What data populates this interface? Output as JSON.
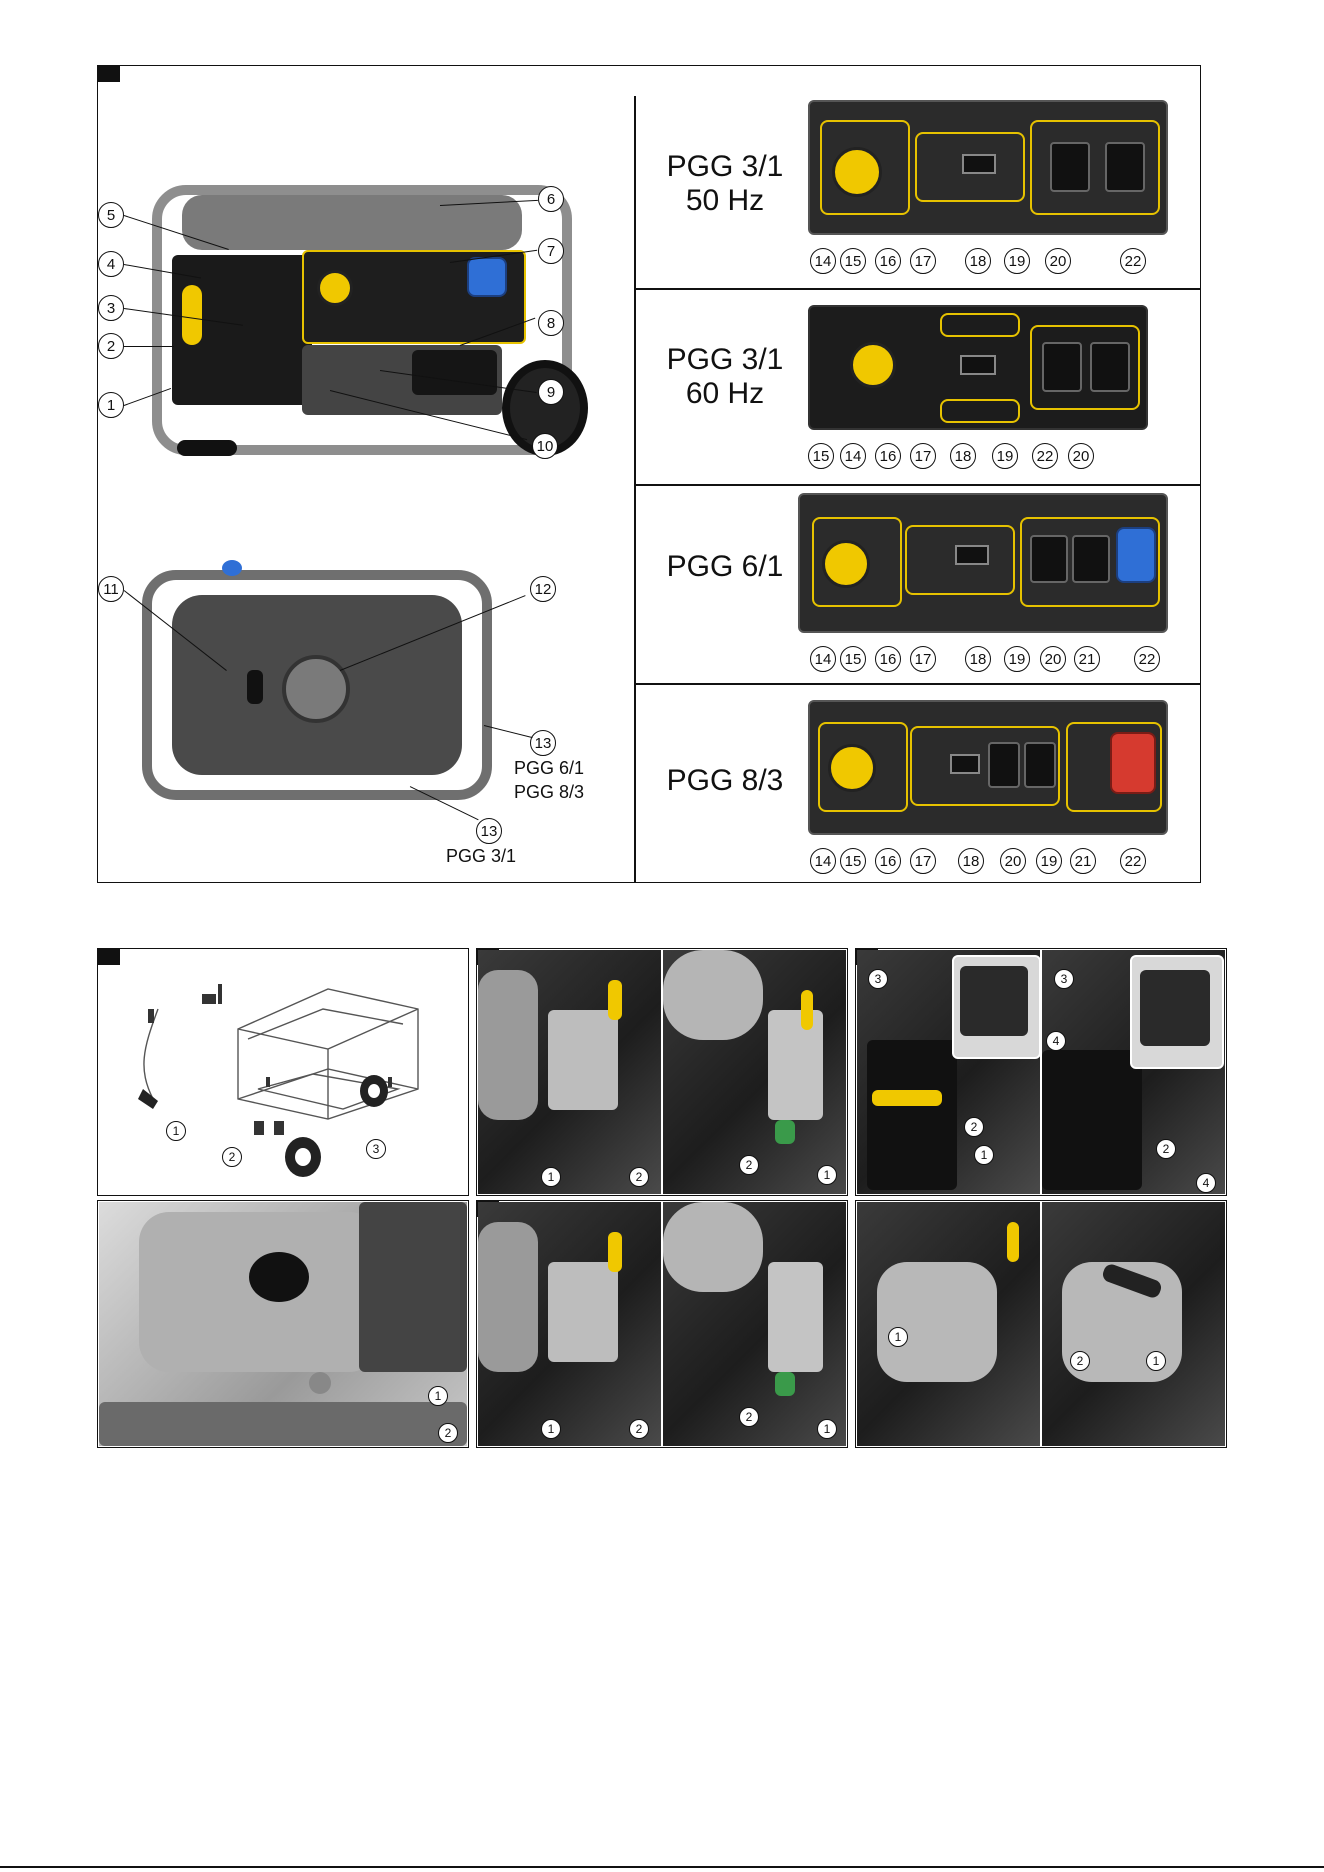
{
  "figure1": {
    "top_callouts": [
      "1",
      "2",
      "3",
      "4",
      "5",
      "6",
      "7",
      "8",
      "9",
      "10"
    ],
    "bottom_callouts": [
      "11",
      "12",
      "13",
      "13"
    ],
    "label_pgg61": "PGG 6/1",
    "label_pgg83": "PGG 8/3",
    "label_pgg31": "PGG 3/1"
  },
  "panels": [
    {
      "model": "PGG 3/1",
      "freq": "50 Hz",
      "callouts": [
        "14",
        "15",
        "16",
        "17",
        "18",
        "19",
        "20",
        "22"
      ]
    },
    {
      "model": "PGG 3/1",
      "freq": "60 Hz",
      "callouts": [
        "15",
        "14",
        "16",
        "17",
        "18",
        "19",
        "22",
        "20"
      ]
    },
    {
      "model": "PGG 6/1",
      "freq": "",
      "callouts": [
        "14",
        "15",
        "16",
        "17",
        "18",
        "19",
        "20",
        "21",
        "22"
      ]
    },
    {
      "model": "PGG 8/3",
      "freq": "",
      "callouts": [
        "14",
        "15",
        "16",
        "17",
        "18",
        "20",
        "19",
        "21",
        "22"
      ]
    }
  ],
  "figure2": {
    "callouts": [
      "1",
      "2",
      "3"
    ]
  },
  "figure3": {
    "callouts_left": [
      "1",
      "2"
    ],
    "callouts_right": [
      "2",
      "1"
    ]
  },
  "figure4": {
    "callouts_left": [
      "3",
      "2",
      "1"
    ],
    "callouts_right": [
      "3",
      "4",
      "2",
      "4"
    ]
  },
  "figure5": {
    "callouts": [
      "1",
      "2"
    ]
  },
  "figure6": {
    "callouts_left": [
      "1",
      "2"
    ],
    "callouts_right": [
      "2",
      "1"
    ]
  },
  "figure7": {
    "callouts_left": [
      "1"
    ],
    "callouts_right": [
      "2",
      "1"
    ]
  },
  "colors": {
    "accent_yellow": "#f0c800",
    "panel_dark": "#2b2b2b",
    "socket_blue": "#2f6fd6",
    "socket_red": "#d63a2f"
  }
}
